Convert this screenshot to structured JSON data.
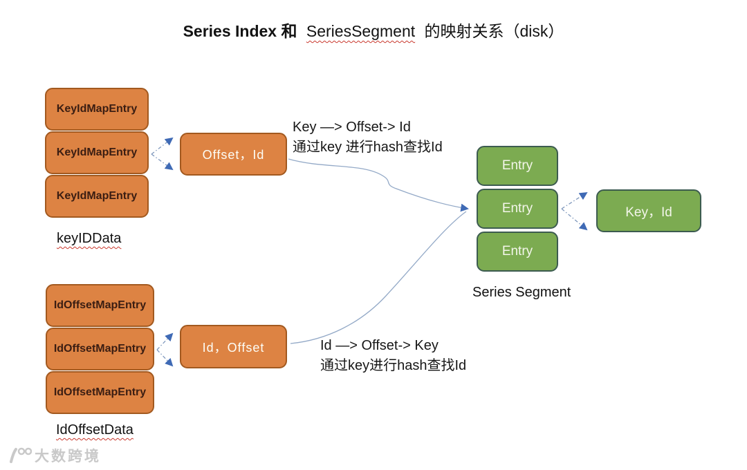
{
  "title": {
    "bold_part": "Series Index 和",
    "underlined_part": "SeriesSegment",
    "rest_part": "的映射关系（disk）"
  },
  "key_id_stack": {
    "items": [
      "KeyIdMapEntry",
      "KeyIdMapEntry",
      "KeyIdMapEntry"
    ],
    "label": "keyIDData"
  },
  "id_offset_stack": {
    "items": [
      "IdOffsetMapEntry",
      "IdOffsetMapEntry",
      "IdOffsetMapEntry"
    ],
    "label": "IdOffsetData"
  },
  "series_segment_stack": {
    "items": [
      "Entry",
      "Entry",
      "Entry"
    ],
    "label": "Series Segment"
  },
  "nodes": {
    "offset_id": "Offset，Id",
    "id_offset": "Id，Offset",
    "key_id": "Key，Id"
  },
  "annotations": {
    "key_flow": {
      "line1": "Key —> Offset-> Id",
      "line2": "通过key 进行hash查找Id"
    },
    "id_flow": {
      "line1": "Id —> Offset-> Key",
      "line2": "通过key进行hash查找Id"
    }
  },
  "watermark": {
    "text": "大数跨境"
  },
  "colors": {
    "orange_fill": "#DD8343",
    "orange_border": "#A2591F",
    "green_fill": "#7CAB51",
    "green_border": "#3C5B50",
    "arrow_blue": "#3F6AB5",
    "connector_line": "#93A9C7",
    "wavy_underline": "#C9372C"
  }
}
